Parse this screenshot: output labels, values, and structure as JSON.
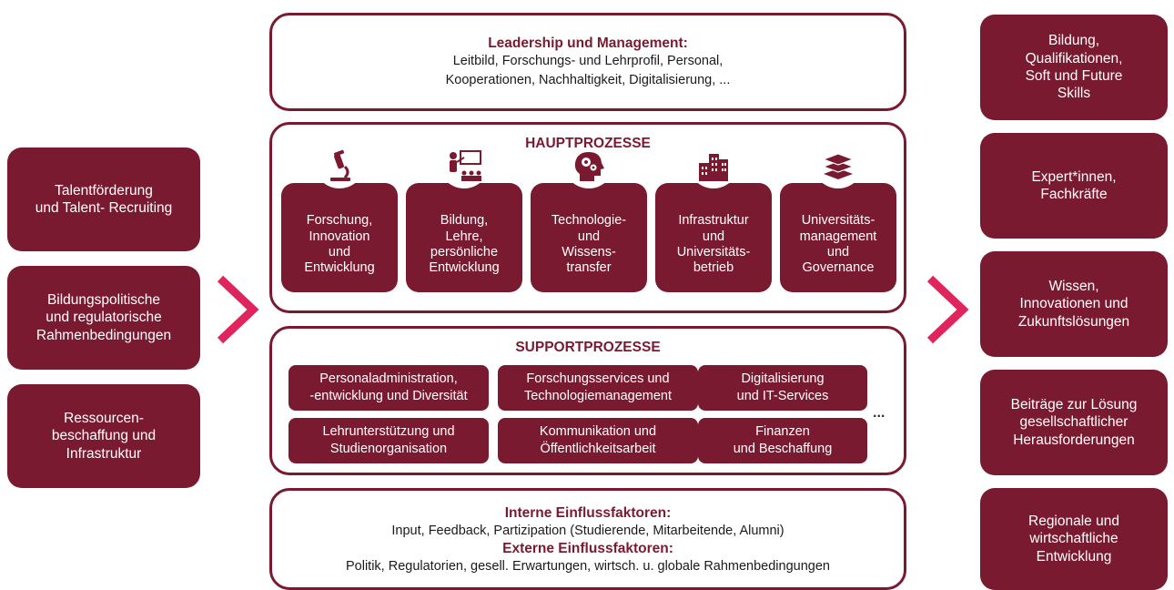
{
  "left_inputs": [
    {
      "lines": [
        "Talentförderung",
        "und Talent- Recruiting"
      ]
    },
    {
      "lines": [
        "Bildungspolitische",
        "und regulatorische",
        "Rahmenbedingungen"
      ]
    },
    {
      "lines": [
        "Ressourcen-",
        "beschaffung und",
        "Infrastruktur"
      ]
    }
  ],
  "leadership": {
    "title": "Leadership und Management:",
    "lines": [
      "Leitbild, Forschungs- und Lehrprofil, Personal,",
      "Kooperationen, Nachhaltigkeit, Digitalisierung, ..."
    ]
  },
  "hauptprozesse": {
    "title": "HAUPTPROZESSE",
    "items": [
      {
        "icon": "microscope-icon",
        "lines": [
          "Forschung,",
          "Innovation",
          "und",
          "Entwicklung"
        ]
      },
      {
        "icon": "teacher-icon",
        "lines": [
          "Bildung,",
          "Lehre,",
          "persönliche",
          "Entwicklung"
        ]
      },
      {
        "icon": "head-gears-icon",
        "lines": [
          "Technologie-",
          "und",
          "Wissens-",
          "transfer"
        ]
      },
      {
        "icon": "buildings-icon",
        "lines": [
          "Infrastruktur",
          "und",
          "Universitäts-",
          "betrieb"
        ]
      },
      {
        "icon": "books-icon",
        "lines": [
          "Universitäts-",
          "management",
          "und",
          "Governance"
        ]
      }
    ]
  },
  "supportprozesse": {
    "title": "SUPPORTPROZESSE",
    "items": [
      {
        "lines": [
          "Personaladministration,",
          "-entwicklung und Diversität"
        ]
      },
      {
        "lines": [
          "Forschungsservices und",
          "Technologiemanagement"
        ]
      },
      {
        "lines": [
          "Digitalisierung",
          "und IT-Services"
        ]
      },
      {
        "lines": [
          "Lehrunterstützung und",
          "Studienorganisation"
        ]
      },
      {
        "lines": [
          "Kommunikation und",
          "Öffentlichkeitsarbeit"
        ]
      },
      {
        "lines": [
          "Finanzen",
          "und Beschaffung"
        ]
      }
    ],
    "ellipsis": "..."
  },
  "einfluss": {
    "intern_title": "Interne Einflussfaktoren:",
    "intern_text": "Input, Feedback, Partizipation (Studierende, Mitarbeitende, Alumni)",
    "extern_title": "Externe Einflussfaktoren:",
    "extern_text": "Politik, Regulatorien, gesell. Erwartungen, wirtsch. u. globale Rahmenbedingungen"
  },
  "right_outputs": [
    {
      "lines": [
        "Bildung,",
        "Qualifikationen,",
        "Soft und Future",
        "Skills"
      ]
    },
    {
      "lines": [
        "Expert*innen,",
        "Fachkräfte"
      ]
    },
    {
      "lines": [
        "Wissen,",
        "Innovationen und",
        "Zukunftslösungen"
      ]
    },
    {
      "lines": [
        "Beiträge zur Lösung",
        "gesellschaftlicher",
        "Herausforderungen"
      ]
    },
    {
      "lines": [
        "Regionale und",
        "wirtschaftliche",
        "Entwicklung"
      ]
    }
  ],
  "colors": {
    "primary": "#7a1a30",
    "arrow": "#e0245e",
    "background": "#ffffff"
  }
}
